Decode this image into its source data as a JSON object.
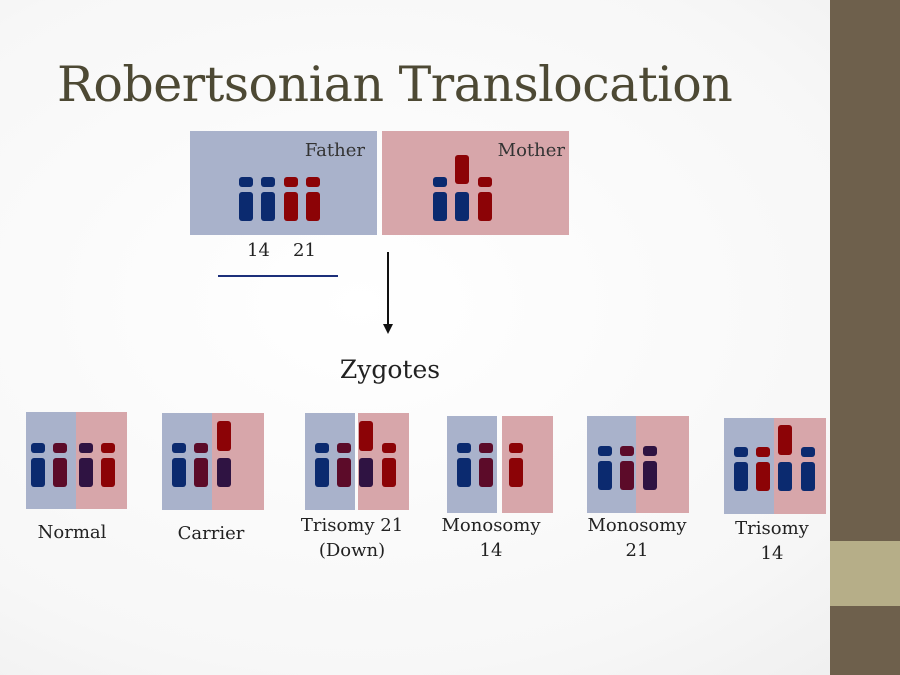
{
  "slide": {
    "title": "Robertsonian Translocation",
    "parents": {
      "father_label": "Father",
      "mother_label": "Mother",
      "chromosome_numbers": [
        "14",
        "21"
      ]
    },
    "zygotes_heading": "Zygotes",
    "zygotes": [
      {
        "line1": "Normal",
        "line2": ""
      },
      {
        "line1": "Carrier",
        "line2": ""
      },
      {
        "line1": "Trisomy 21",
        "line2": "(Down)"
      },
      {
        "line1": "Monosomy",
        "line2": "14"
      },
      {
        "line1": "Monosomy",
        "line2": "21"
      },
      {
        "line1": "Trisomy",
        "line2": "14"
      }
    ]
  },
  "colors": {
    "blue": "#0b2a6f",
    "red": "#8c0306",
    "maroon": "#5c0b29",
    "purple": "#2f1342",
    "father_bg": "#a9b2cb",
    "mother_bg": "#d7a6aa",
    "sidebar": "#6e604c",
    "sidebar_accent": "#b6ae88"
  }
}
